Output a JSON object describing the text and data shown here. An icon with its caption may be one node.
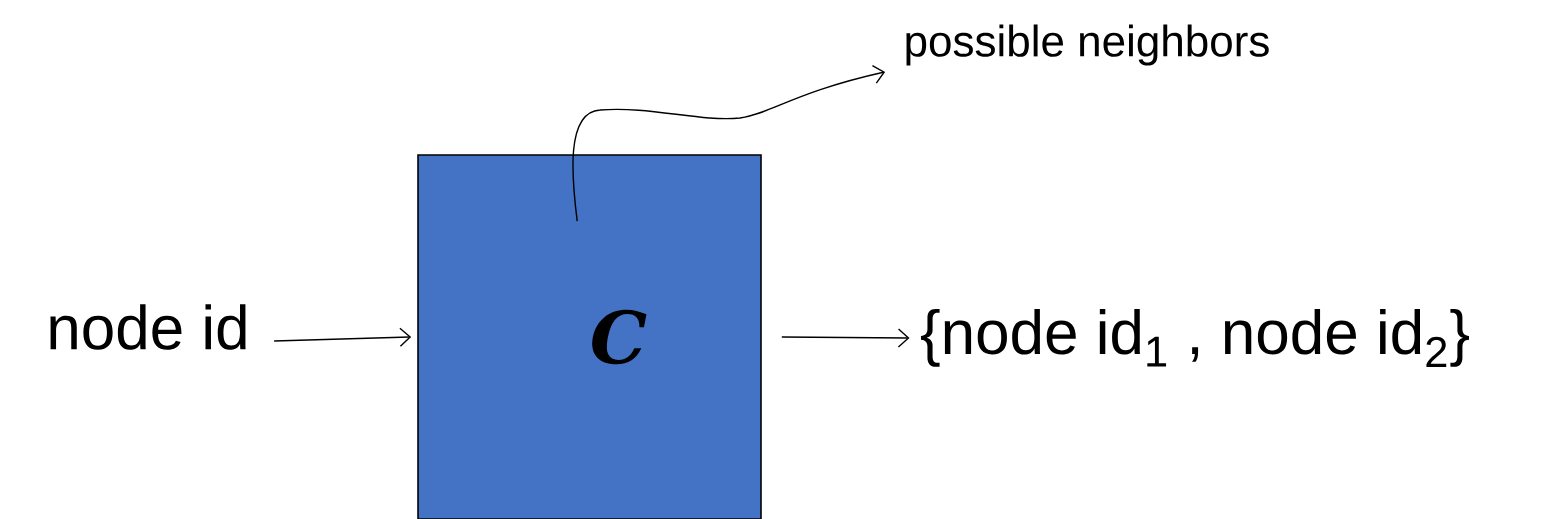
{
  "diagram": {
    "nodes": [
      {
        "text": [
          "node id"
        ]
      },
      {
        "text": [
          "C"
        ]
      },
      {
        "text": [
          "{node id$_{1}$ , node id$_{2}$}"
        ]
      },
      {
        "text": [
          "possible neighbors"
        ]
      }
    ],
    "edges": [
      {
        "from": 0,
        "to": 1,
        "arrow": "to"
      },
      {
        "from": 1,
        "to": 2,
        "arrow": "to"
      },
      {
        "from": 1,
        "to": 3,
        "arrow": "to"
      }
    ]
  }
}
